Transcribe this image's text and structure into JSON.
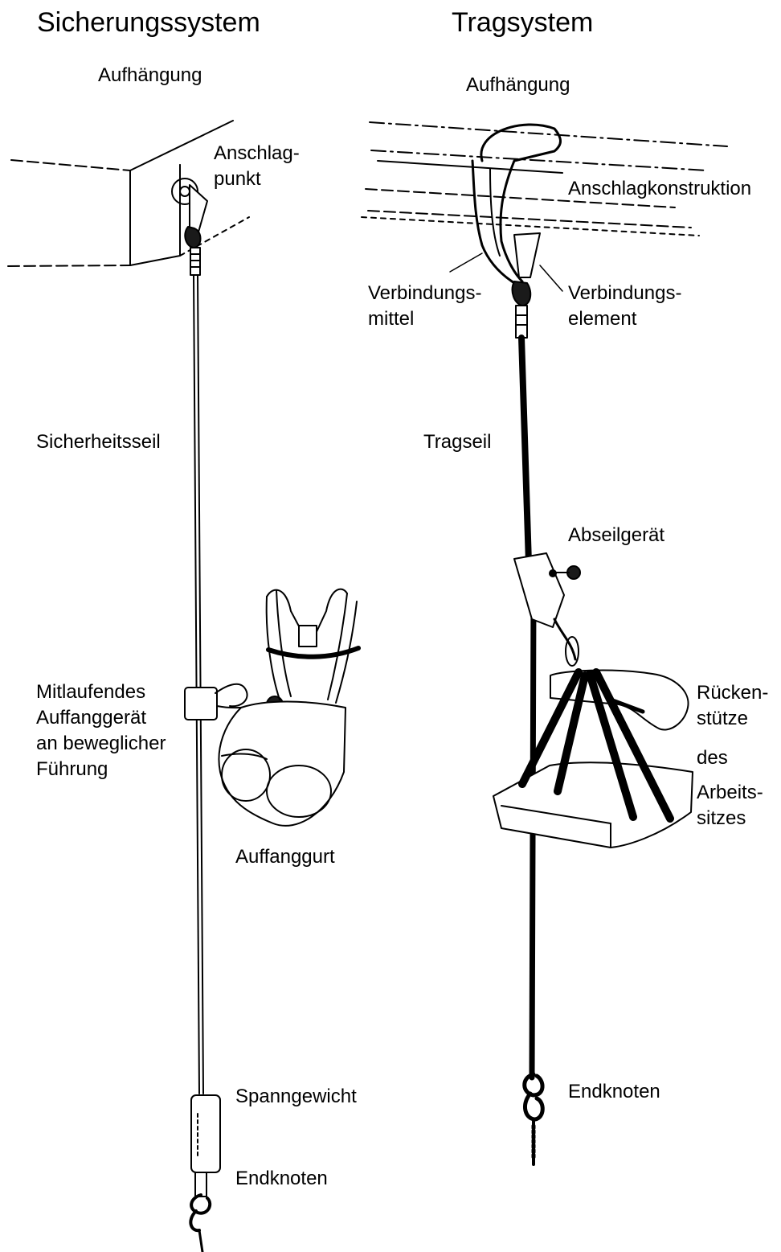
{
  "left_system": {
    "title": "Sicherungssystem",
    "labels": {
      "aufhaengung": "Aufhängung",
      "anschlagpunkt": "Anschlag-\npunkt",
      "sicherheitsseil": "Sicherheitsseil",
      "auffanggeraet": "Mitlaufendes\nAuffanggerät\nan beweglicher\nFührung",
      "auffanggurt": "Auffanggurt",
      "spanngewicht": "Spanngewicht",
      "endknoten": "Endknoten"
    }
  },
  "right_system": {
    "title": "Tragsystem",
    "labels": {
      "aufhaengung": "Aufhängung",
      "anschlagkonstruktion": "Anschlagkonstruktion",
      "verbindungsmittel": "Verbindungs-\nmittel",
      "verbindungselement": "Verbindungs-\nelement",
      "tragseil": "Tragseil",
      "abseilgeraet": "Abseilgerät",
      "rueckenstuetze": "Rücken-\nstütze",
      "des": "des",
      "arbeitssitz": "Arbeits-\nsitzes",
      "endknoten": "Endknoten"
    }
  },
  "colors": {
    "line": "#000000",
    "paper": "#ffffff",
    "fill_light": "#f2f2f2",
    "fill_dark": "#1a1a1a"
  }
}
